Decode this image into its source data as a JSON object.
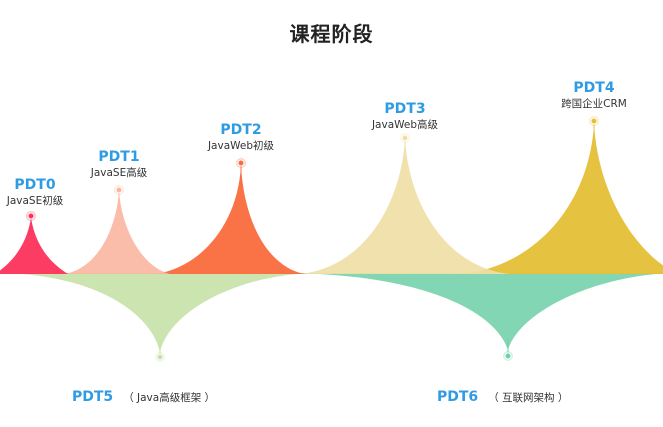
{
  "title": "课程阶段",
  "stages": [
    {
      "code": "PDT0",
      "desc": "JavaSE初级",
      "color": "#fd325c"
    },
    {
      "code": "PDT1",
      "desc": "JavaSE高级",
      "color": "#f9b7a2"
    },
    {
      "code": "PDT2",
      "desc": "JavaWeb初级",
      "color": "#fa6b3d"
    },
    {
      "code": "PDT3",
      "desc": "JavaWeb高级",
      "color": "#f0dea6"
    },
    {
      "code": "PDT4",
      "desc": "跨国企业CRM",
      "color": "#e5bf37"
    },
    {
      "code": "PDT5",
      "desc": "（ Java高级框架 ）",
      "color": "#c6e1a6"
    },
    {
      "code": "PDT6",
      "desc": "（ 互联网架构 ）",
      "color": "#71d0a8"
    }
  ]
}
